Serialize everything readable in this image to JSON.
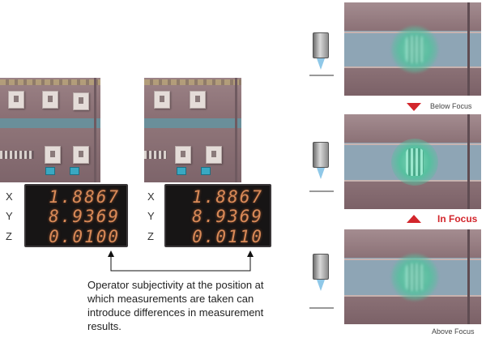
{
  "readouts": [
    {
      "labels": [
        "X",
        "Y",
        "Z"
      ],
      "values": [
        "1.8867",
        "8.9369",
        "0.0100"
      ]
    },
    {
      "labels": [
        "X",
        "Y",
        "Z"
      ],
      "values": [
        "1.8867",
        "8.9369",
        "0.0110"
      ]
    }
  ],
  "caption": "Operator subjectivity at the position at which measurements are taken can introduce differences in measurement results.",
  "focus_states": [
    {
      "label": "Below Focus"
    },
    {
      "label": "In Focus"
    },
    {
      "label": "Above Focus"
    }
  ],
  "colors": {
    "accent_red": "#d3262c",
    "readout_digits": "#d98a58",
    "focus_spot": "#56c09f"
  },
  "icons": [
    "objective-lens-icon",
    "arrow-down-icon",
    "arrow-up-icon",
    "bracket-arrow-icon"
  ]
}
